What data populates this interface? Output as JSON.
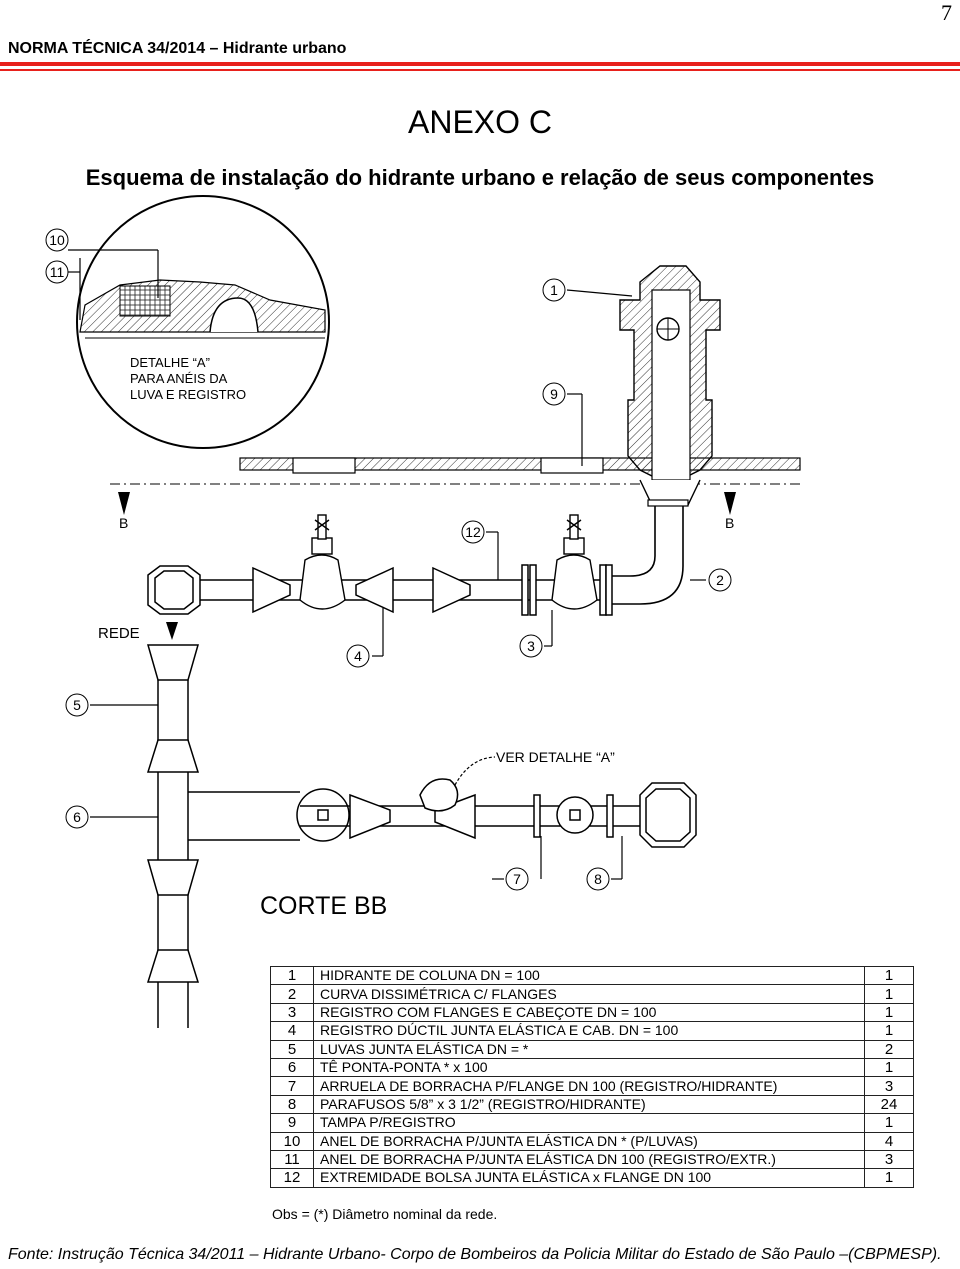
{
  "page_number": "7",
  "header": "NORMA TÉCNICA 34/2014 – Hidrante urbano",
  "title": "ANEXO C",
  "subtitle": "Esquema de instalação do hidrante urbano e relação de seus componentes",
  "diagram": {
    "detail_label": [
      "DETALHE “A”",
      "PARA ANÉIS DA",
      "LUVA E REGISTRO"
    ],
    "see_detail": "VER DETALHE “A”",
    "section_mark": "B",
    "network_label": "REDE",
    "section_title": "CORTE BB",
    "callouts": [
      "1",
      "2",
      "3",
      "4",
      "5",
      "6",
      "7",
      "8",
      "9",
      "10",
      "11",
      "12"
    ]
  },
  "parts_table": [
    {
      "n": "1",
      "desc": "HIDRANTE DE COLUNA DN = 100",
      "qty": "1"
    },
    {
      "n": "2",
      "desc": "CURVA DISSIMÉTRICA C/ FLANGES",
      "qty": "1"
    },
    {
      "n": "3",
      "desc": "REGISTRO COM FLANGES E CABEÇOTE DN = 100",
      "qty": "1"
    },
    {
      "n": "4",
      "desc": "REGISTRO DÚCTIL JUNTA ELÁSTICA E CAB. DN = 100",
      "qty": "1"
    },
    {
      "n": "5",
      "desc": "LUVAS JUNTA ELÁSTICA DN = *",
      "qty": "2"
    },
    {
      "n": "6",
      "desc": "TÊ PONTA-PONTA * x 100",
      "qty": "1"
    },
    {
      "n": "7",
      "desc": "ARRUELA DE BORRACHA P/FLANGE DN 100 (REGISTRO/HIDRANTE)",
      "qty": "3"
    },
    {
      "n": "8",
      "desc": "PARAFUSOS  5/8” x 3 1/2” (REGISTRO/HIDRANTE)",
      "qty": "24"
    },
    {
      "n": "9",
      "desc": "TAMPA P/REGISTRO",
      "qty": "1"
    },
    {
      "n": "10",
      "desc": "ANEL DE BORRACHA P/JUNTA ELÁSTICA DN * (P/LUVAS)",
      "qty": "4"
    },
    {
      "n": "11",
      "desc": "ANEL DE BORRACHA P/JUNTA ELÁSTICA DN 100 (REGISTRO/EXTR.)",
      "qty": "3"
    },
    {
      "n": "12",
      "desc": "EXTREMIDADE BOLSA JUNTA ELÁSTICA x FLANGE DN 100",
      "qty": "1"
    }
  ],
  "obs": "Obs = (*) Diâmetro nominal da rede.",
  "footer": "Fonte:  Instrução Técnica 34/2011 – Hidrante Urbano- Corpo de Bombeiros da Policia Militar do Estado de São Paulo –(CBPMESP)."
}
